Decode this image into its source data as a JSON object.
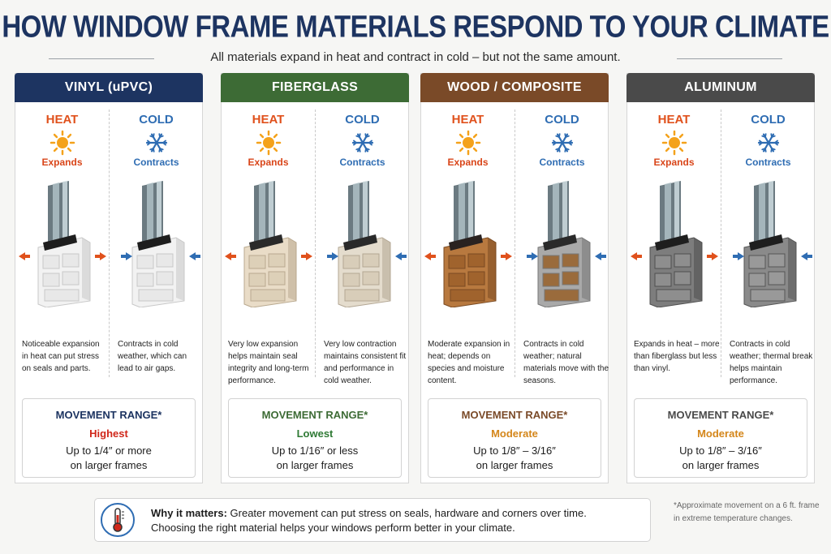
{
  "title": "HOW WINDOW FRAME MATERIALS RESPOND TO YOUR CLIMATE",
  "subtitle": "All materials expand in heat and contract in cold – but not the same amount.",
  "labels": {
    "heat": "HEAT",
    "cold": "COLD",
    "expands": "Expands",
    "contracts": "Contracts",
    "movement_range": "MOVEMENT RANGE*"
  },
  "colors": {
    "heat": "#e0511c",
    "cold": "#2f6db3",
    "sun": "#f4a21b",
    "vinyl": "#1d3461",
    "fiberglass": "#3d6b35",
    "wood": "#7a4a28",
    "aluminum": "#4a4a4a",
    "level_highest": "#d0271a",
    "level_lowest": "#2f7a35",
    "level_moderate": "#d4861a"
  },
  "columns": [
    {
      "name": "VINYL (uPVC)",
      "heat_desc": "Noticeable expansion in heat can put stress on seals and parts.",
      "cold_desc": "Contracts in cold weather, which can lead to air gaps.",
      "range_level": "Highest",
      "range_line1": "Up to 1/4″ or more",
      "range_line2": "on larger frames"
    },
    {
      "name": "FIBERGLASS",
      "heat_desc": "Very low expansion helps maintain seal integrity and long-term performance.",
      "cold_desc": "Very low contraction maintains consistent fit and performance in cold weather.",
      "range_level": "Lowest",
      "range_line1": "Up to 1/16″ or less",
      "range_line2": "on larger frames"
    },
    {
      "name": "WOOD / COMPOSITE",
      "heat_desc": "Moderate expansion in heat; depends on species and moisture content.",
      "cold_desc": "Contracts in cold weather; natural materials move with the seasons.",
      "range_level": "Moderate",
      "range_line1": "Up to 1/8″ – 3/16″",
      "range_line2": "on larger frames"
    },
    {
      "name": "ALUMINUM",
      "heat_desc": "Expands in heat – more than fiberglass but less than vinyl.",
      "cold_desc": "Contracts in cold weather; thermal break helps maintain performance.",
      "range_level": "Moderate",
      "range_line1": "Up to 1/8″ – 3/16″",
      "range_line2": "on larger frames"
    }
  ],
  "why": {
    "label": "Why it matters:",
    "text1": " Greater movement can put stress on seals, hardware and corners over time.",
    "text2": "Choosing the right material helps your windows perform better in your climate."
  },
  "footnote": "*Approximate movement on a 6 ft. frame in extreme temperature changes.",
  "icons": [
    "sun-icon",
    "snowflake-icon",
    "thermometer-icon",
    "arrow-left-icon",
    "arrow-right-icon"
  ]
}
